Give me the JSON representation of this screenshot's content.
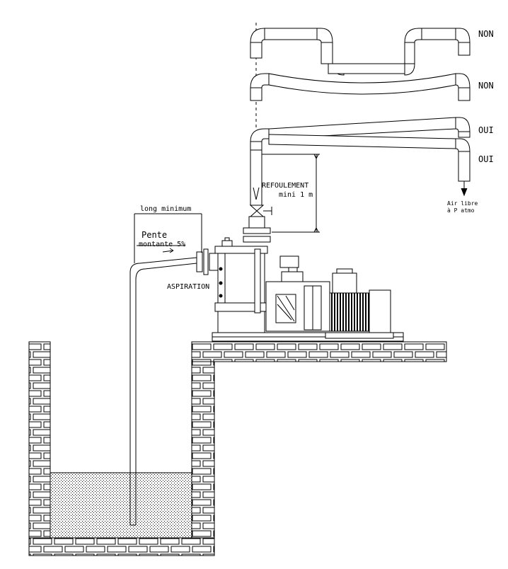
{
  "labels": {
    "non_1": "NON",
    "non_2": "NON",
    "oui_1": "OUI",
    "oui_2": "OUI",
    "refoulement": "REFOULEMENT",
    "mini": "mini 1 m",
    "long_minimum": "long minimum",
    "pente": "Pente",
    "montante": "montante 5%",
    "aspiration": "ASPIRATION",
    "air_line_1": "Air libre",
    "air_line_2": "à P atmo"
  },
  "colors": {
    "line": "#000000",
    "background": "#ffffff"
  }
}
